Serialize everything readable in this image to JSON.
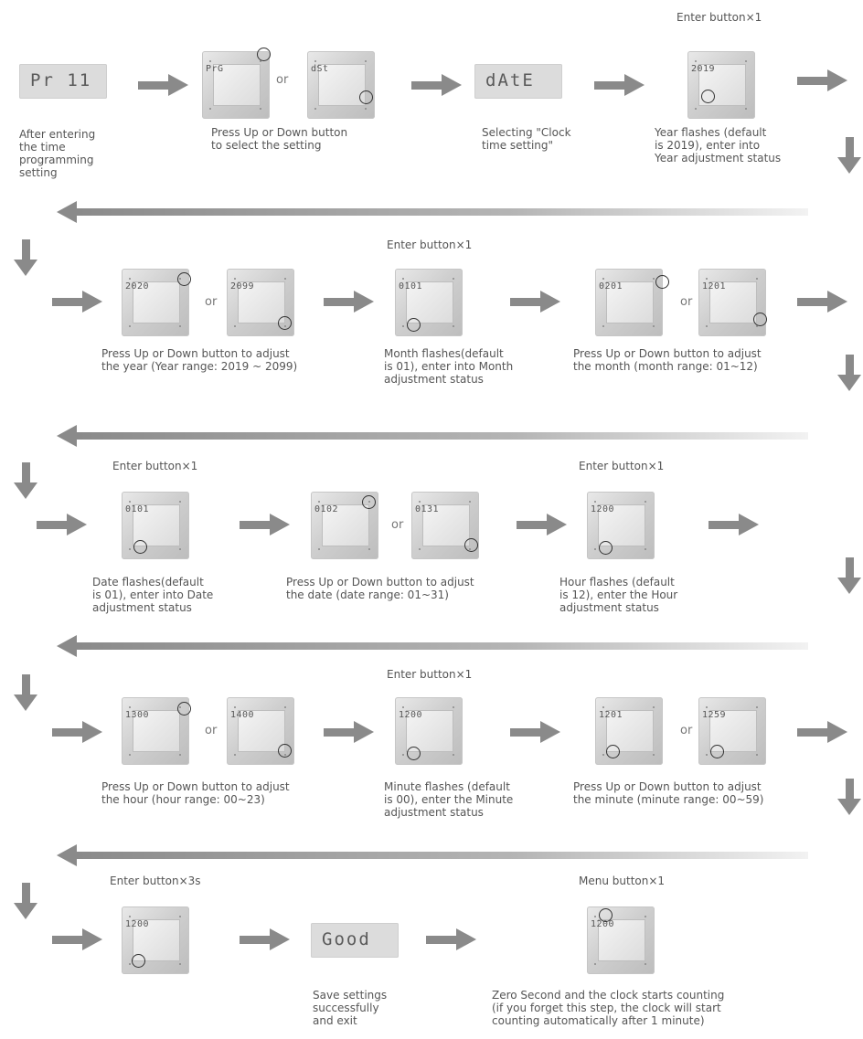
{
  "header_labels": {
    "r1_enter": "Enter button×1",
    "r2_enter": "Enter button×1",
    "r3_enter_a": "Enter button×1",
    "r3_enter_b": "Enter button×1",
    "r4_enter": "Enter button×1",
    "r5_enter": "Enter button×3s",
    "r5_menu": "Menu button×1"
  },
  "or_label": "or",
  "displays": {
    "pr11": "Pr 11",
    "prg": "PrG",
    "dst": "dSt",
    "date": "dAtE",
    "y2019": "2019",
    "y2020": "2020",
    "y2099": "2099",
    "m0101": "0101",
    "m0201": "0201",
    "m1201": "1201",
    "d0101": "0101",
    "d0102": "0102",
    "d0131": "0131",
    "h1200": "1200",
    "h1300": "1300",
    "h1400": "1400",
    "mi1200": "1200",
    "mi1201": "1201",
    "mi1259": "1259",
    "s1200": "1200",
    "good": "Good",
    "f1200": "1200"
  },
  "captions": {
    "c_entering": "After entering\nthe time\nprogramming\nsetting",
    "c_select": "Press Up or Down button\nto select the setting",
    "c_clock": "Selecting \"Clock\ntime setting\"",
    "c_yearflash": "Year flashes (default\nis 2019), enter into\nYear adjustment status",
    "c_adjyear": "Press Up or Down button to adjust\nthe year (Year range: 2019 ~ 2099)",
    "c_monthflash": "Month flashes(default\nis 01), enter into Month\nadjustment status",
    "c_adjmonth": "Press Up or Down button to adjust\nthe month (month range: 01~12)",
    "c_dateflash": "Date flashes(default\nis 01), enter into Date\nadjustment status",
    "c_adjdate": "Press Up or Down button to adjust\nthe date (date range: 01~31)",
    "c_hourflash": "Hour flashes (default\nis 12), enter the Hour\nadjustment status",
    "c_adjhour": "Press Up or Down button to adjust\nthe hour (hour range: 00~23)",
    "c_minflash": "Minute flashes (default\nis 00), enter the Minute\nadjustment status",
    "c_adjmin": "Press Up or Down button to adjust\nthe minute (minute range: 00~59)",
    "c_save": "Save settings\nsuccessfully\nand exit",
    "c_zero": "Zero Second and the clock starts counting\n(if you forget this step, the clock will start\ncounting automatically after 1 minute)"
  },
  "colors": {
    "arrow": "#8a8a8a",
    "text": "#555555",
    "ring": "#333333"
  }
}
